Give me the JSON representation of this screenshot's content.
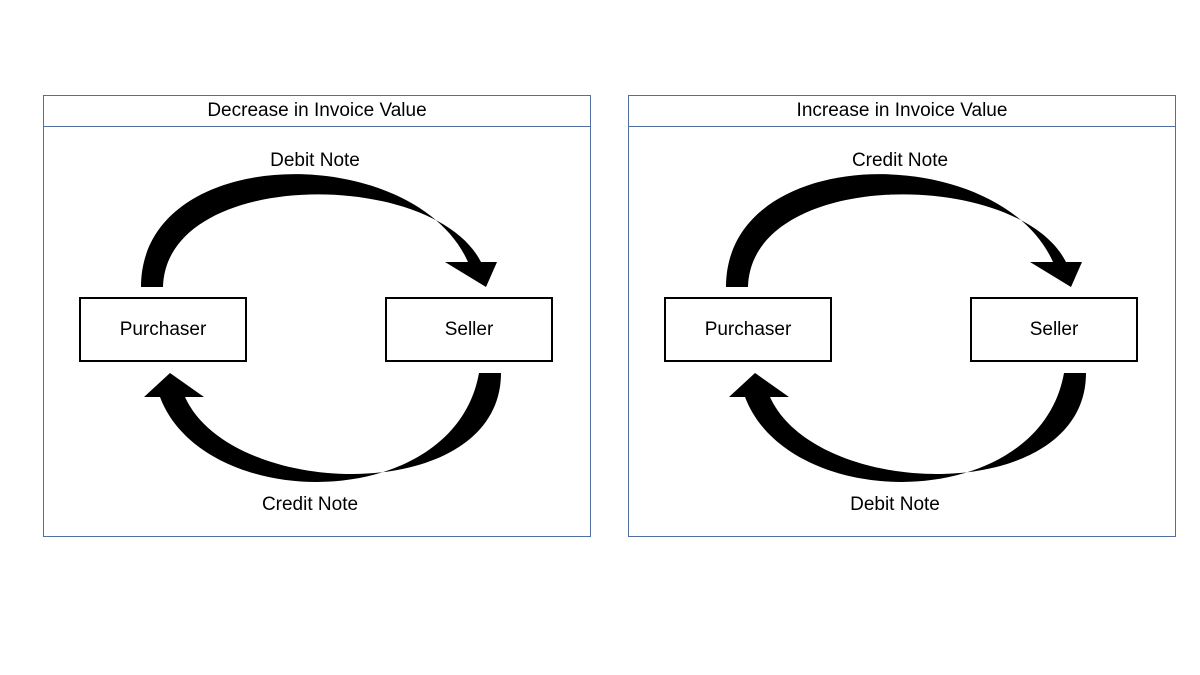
{
  "diagrams": [
    {
      "title": "Decrease in Invoice Value",
      "nodes": {
        "left": "Purchaser",
        "right": "Seller"
      },
      "top_arrow": {
        "label": "Debit Note",
        "from": "Purchaser",
        "to": "Seller"
      },
      "bottom_arrow": {
        "label": "Credit Note",
        "from": "Seller",
        "to": "Purchaser"
      }
    },
    {
      "title": "Increase in Invoice Value",
      "nodes": {
        "left": "Purchaser",
        "right": "Seller"
      },
      "top_arrow": {
        "label": "Credit Note",
        "from": "Purchaser",
        "to": "Seller"
      },
      "bottom_arrow": {
        "label": "Debit Note",
        "from": "Seller",
        "to": "Purchaser"
      }
    }
  ],
  "colors": {
    "panel_border": "#4f6fa3",
    "arrow": "#000000"
  }
}
